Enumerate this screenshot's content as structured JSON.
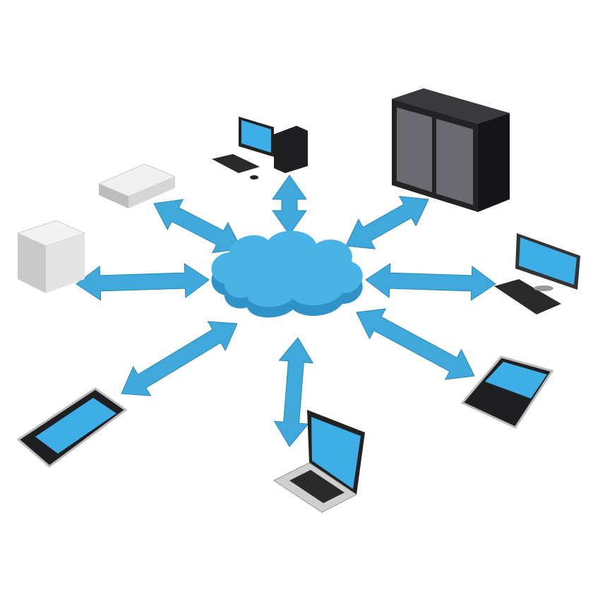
{
  "colors": {
    "arrow": "#3fa9dc",
    "arrow_edge": "#2a86b8",
    "cloud": "#4ab3e6",
    "cloud_shade": "#2f93c8",
    "screen": "#3daee6",
    "device_dark": "#1f1f22",
    "device_light": "#e6e6e6",
    "background": "#ffffff"
  },
  "diagram": {
    "hub": "cloud-icon",
    "devices": [
      {
        "id": "desktop-computer",
        "icon": "desktop-computer-icon"
      },
      {
        "id": "server-rack",
        "icon": "server-rack-icon"
      },
      {
        "id": "network-appliance",
        "icon": "network-appliance-icon"
      },
      {
        "id": "tower-server",
        "icon": "tower-server-icon"
      },
      {
        "id": "monitor-keyboard",
        "icon": "monitor-icon"
      },
      {
        "id": "smartphone",
        "icon": "smartphone-icon"
      },
      {
        "id": "laptop",
        "icon": "laptop-icon"
      },
      {
        "id": "blackberry-phone",
        "icon": "qwerty-phone-icon"
      }
    ],
    "connection_type": "bidirectional"
  }
}
